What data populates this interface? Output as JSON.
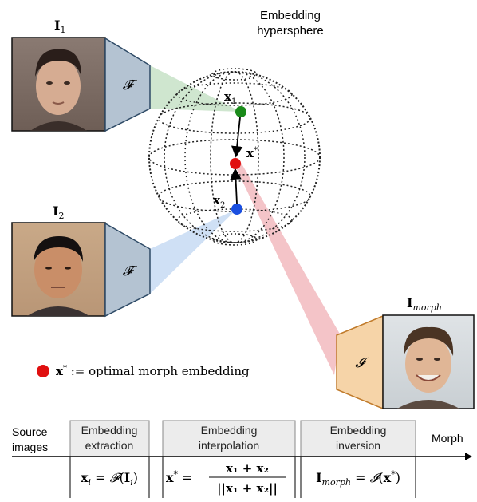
{
  "sphere": {
    "title_line1": "Embedding",
    "title_line2": "hypersphere"
  },
  "inputs": [
    {
      "label": "I",
      "sub": "1",
      "encoder": "𝓕"
    },
    {
      "label": "I",
      "sub": "2",
      "encoder": "𝓕"
    }
  ],
  "points": {
    "x1": {
      "label": "x",
      "sub": "1",
      "color": "#1a8a1a"
    },
    "xstar": {
      "label": "x",
      "sup": "*",
      "color": "#e01010"
    },
    "x2": {
      "label": "x",
      "sub": "2",
      "color": "#1a4fe0"
    }
  },
  "output": {
    "label": "I",
    "sub": "morph",
    "decoder": "𝓘"
  },
  "legend": {
    "lhs": "x",
    "sup": "*",
    "text": " := optimal morph embedding",
    "color": "#e01010"
  },
  "colors": {
    "encoder_fill": "#b4c3d2",
    "encoder_stroke": "#2e4a66",
    "decoder_fill": "#f6d4a8",
    "decoder_stroke": "#c07a2a",
    "beam_green": "#cfe6cf",
    "beam_blue": "#cfe0f5",
    "beam_red": "#f4c4c8",
    "box_fill": "#ececec"
  },
  "pipeline": {
    "source_line1": "Source",
    "source_line2": "images",
    "morph": "Morph",
    "stages": [
      {
        "line1": "Embedding",
        "line2": "extraction",
        "formula": {
          "lhs": "x",
          "lhs_sub": "i",
          "eq": " = ",
          "fn": "𝓕",
          "arg": "I",
          "arg_sub": "i"
        }
      },
      {
        "line1": "Embedding",
        "line2": "interpolation",
        "formula": {
          "lhs": "x",
          "lhs_sup": "*",
          "eq": " = ",
          "num": "x₁ + x₂",
          "den": "||x₁ + x₂||"
        }
      },
      {
        "line1": "Embedding",
        "line2": "inversion",
        "formula": {
          "lhs": "I",
          "lhs_sub": "morph",
          "eq": " = ",
          "fn": "𝓘",
          "arg": "x",
          "arg_sup": "*"
        }
      }
    ]
  }
}
